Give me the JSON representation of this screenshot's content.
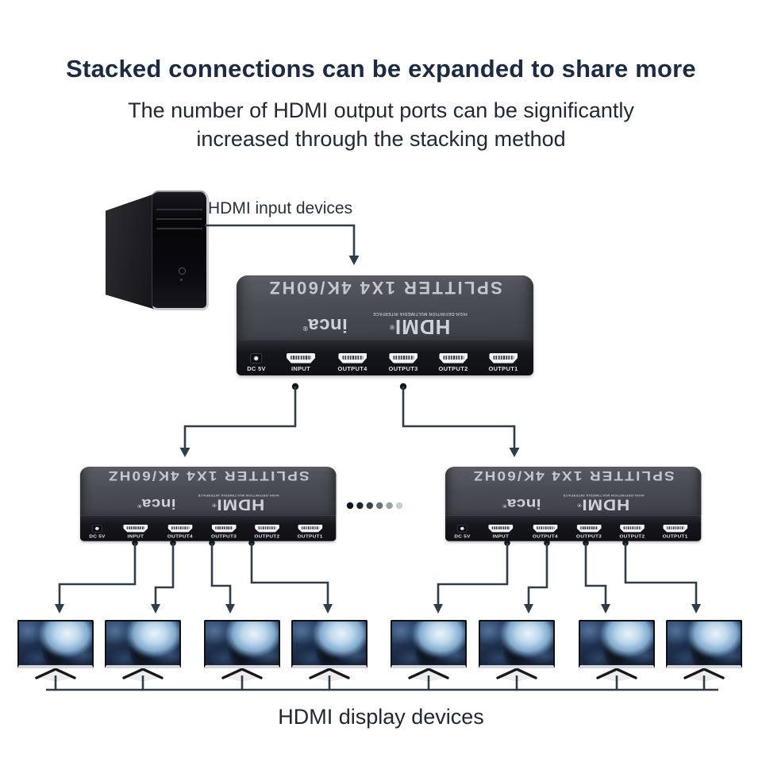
{
  "header": {
    "title": "Stacked connections can be expanded to share more",
    "subtitle_line1": "The number of HDMI output ports can be significantly",
    "subtitle_line2": "increased through the stacking method"
  },
  "labels": {
    "input_devices": "HDMI input devices",
    "display_devices": "HDMI display devices"
  },
  "device": {
    "model": "SPLITTER 1X4 4K/60HZ",
    "hdmi_logo": "HDMI",
    "hdmi_logo_subtext": "HIGH-DEFINITION MULTIMEDIA INTERFACE",
    "brand": "inca",
    "reg_mark": "®",
    "port_labels": [
      "DC 5V",
      "INPUT",
      "OUTPUT4",
      "OUTPUT3",
      "OUTPUT2",
      "OUTPUT1"
    ]
  },
  "diagram": {
    "splitters_visible": 3,
    "monitors_visible": 8,
    "more_splitters_indicator": "fading dots"
  },
  "colors": {
    "background": "#ffffff",
    "title_text": "#1c2b45",
    "connector_line": "#2e3d4a",
    "device_top": "#4b4e54",
    "device_front": "#15161b",
    "device_text": "#d0d2d7",
    "monitor_screen_dark": "#0c1526",
    "monitor_screen_ice": "#bdd8eb"
  }
}
